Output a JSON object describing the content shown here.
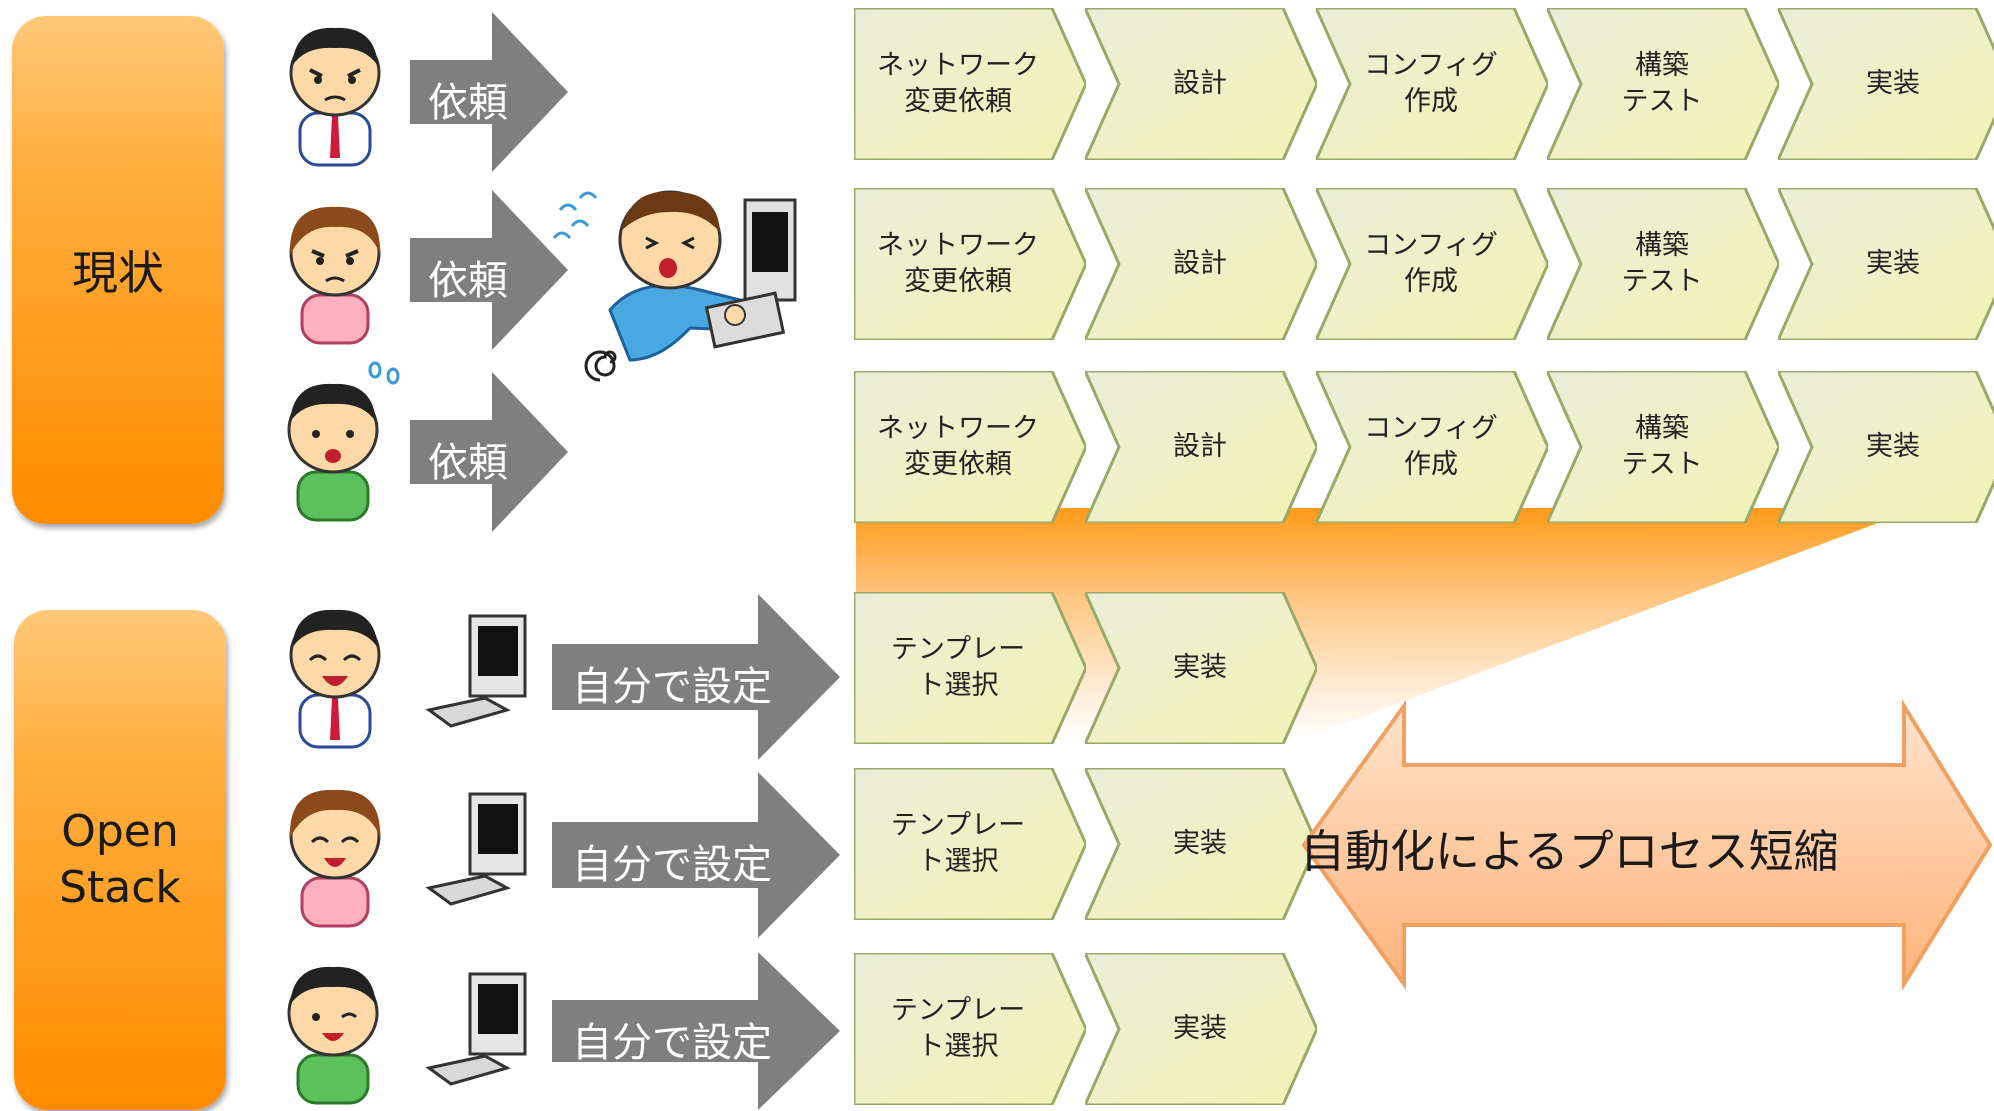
{
  "current": {
    "label": "現状",
    "request_label": "依頼",
    "process_steps": [
      "ネットワーク\n変更依頼",
      "設計",
      "コンフィグ\n作成",
      "構築\nテスト",
      "実装"
    ]
  },
  "openstack": {
    "label": "Open\nStack",
    "self_setup_label": "自分で設定",
    "process_steps": [
      "テンプレー\nト選択",
      "実装"
    ]
  },
  "summary_arrow": {
    "label": "自動化によるプロセス短縮"
  },
  "icons": [
    "person-man-blue-tie-icon",
    "person-woman-icon",
    "person-man-green-icon",
    "operator-overwhelmed-icon",
    "computer-icon",
    "swirl-icon",
    "sweat-drops-icon"
  ],
  "colors": {
    "side_label_orange": "#ff9a1a",
    "request_arrow_gray": "#7f7f7f",
    "step_chevron_start": "#e4e8cc",
    "step_chevron_end": "#f4f4b0",
    "step_border": "#9aa86a",
    "funnel_orange": "#ff9a1a",
    "big_arrow_fill": "#ffc39a",
    "big_arrow_border": "#f0a060"
  }
}
